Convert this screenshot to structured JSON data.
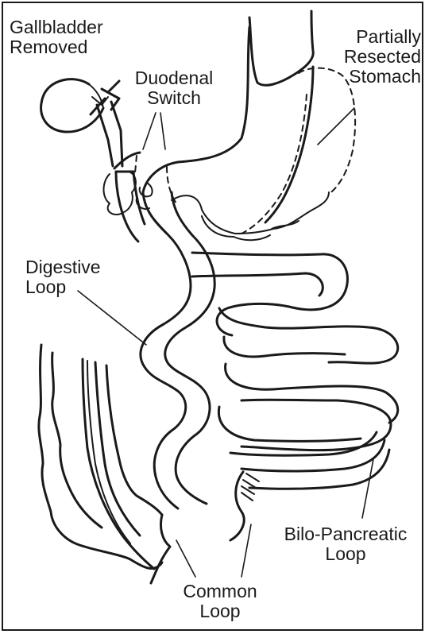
{
  "labels": {
    "gallbladder": [
      "Gallbladder",
      "Removed"
    ],
    "duodenal_switch": [
      "Duodenal",
      "Switch"
    ],
    "stomach": [
      "Partially",
      "Resected",
      "Stomach"
    ],
    "digestive_loop": [
      "Digestive",
      "Loop"
    ],
    "bilo_pancreatic_loop": [
      "Bilo-Pancreatic",
      "Loop"
    ],
    "common_loop": [
      "Common",
      "Loop"
    ]
  },
  "colors": {
    "ink": "#1a1a1a",
    "background": "#ffffff"
  }
}
